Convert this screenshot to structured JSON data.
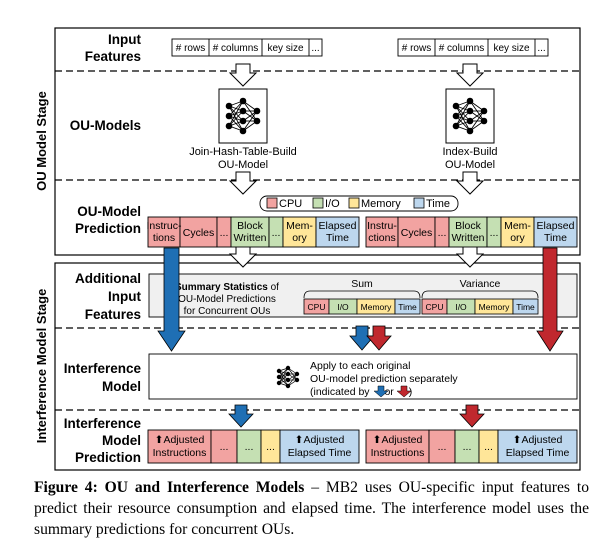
{
  "stages": {
    "ou": "OU Model Stage",
    "interference": "Interference Model Stage"
  },
  "rows": {
    "input_features": [
      "Input",
      "Features"
    ],
    "ou_models": "OU-Models",
    "ou_prediction": [
      "OU-Model",
      "Prediction"
    ],
    "additional": [
      "Additional",
      "Input",
      "Features"
    ],
    "interference": [
      "Interference",
      "Model"
    ],
    "interference_prediction": [
      "Interference",
      "Model",
      "Prediction"
    ]
  },
  "features": {
    "rows": "# rows",
    "columns": "# columns",
    "key_size": "key size",
    "ellipsis": "..."
  },
  "models": {
    "join": [
      "Join-Hash-Table-Build",
      "OU-Model"
    ],
    "index": [
      "Index-Build",
      "OU-Model"
    ]
  },
  "legend": {
    "cpu": "CPU",
    "io": "I/O",
    "memory": "Memory",
    "time": "Time"
  },
  "pred_left": {
    "instructions": [
      "Instruc-",
      "tions"
    ],
    "cycles": "Cycles",
    "ellipsis": "...",
    "block_written": [
      "Block",
      "Written"
    ],
    "memory": [
      "Mem-",
      "ory"
    ],
    "elapsed": [
      "Elapsed",
      "Time"
    ]
  },
  "pred_right": {
    "instructions": [
      "Instru-",
      "ctions"
    ],
    "cycles": "Cycles",
    "ellipsis": "...",
    "block_written": [
      "Block",
      "Written"
    ],
    "memory": [
      "Mem-",
      "ory"
    ],
    "elapsed": [
      "Elapsed",
      "Time"
    ]
  },
  "summary": {
    "title_bold": "Summary Statistics",
    "title_rest": " of",
    "line2": "OU-Model Predictions",
    "line3": "for Concurrent OUs",
    "sum": "Sum",
    "variance": "Variance",
    "cells": [
      "CPU",
      "I/O",
      "Memory",
      "Time"
    ]
  },
  "interference_text": {
    "line1": "Apply to each original",
    "line2": "OU-model prediction separately",
    "line3_a": "(indicated by ",
    "line3_or": " or ",
    "line3_b": ")"
  },
  "adjusted": {
    "instructions": [
      "⬆Adjusted",
      "Instructions"
    ],
    "elapsed": [
      "⬆Adjusted",
      "Elapsed Time"
    ],
    "ellipsis": "..."
  },
  "caption": {
    "label": "Figure 4: OU and Interference Models",
    "text": " – MB2 uses OU-specific input features to predict their resource consumption and elapsed time. The interference model uses the summary predictions for concurrent OUs."
  },
  "colors": {
    "cpu": "#f2a3a1",
    "io": "#c5e0b3",
    "memory": "#ffe699",
    "time": "#bdd7ee",
    "blue_arrow": "#1f6fb4",
    "red_arrow": "#c0282e",
    "summary_bg": "#f0f0f0"
  }
}
